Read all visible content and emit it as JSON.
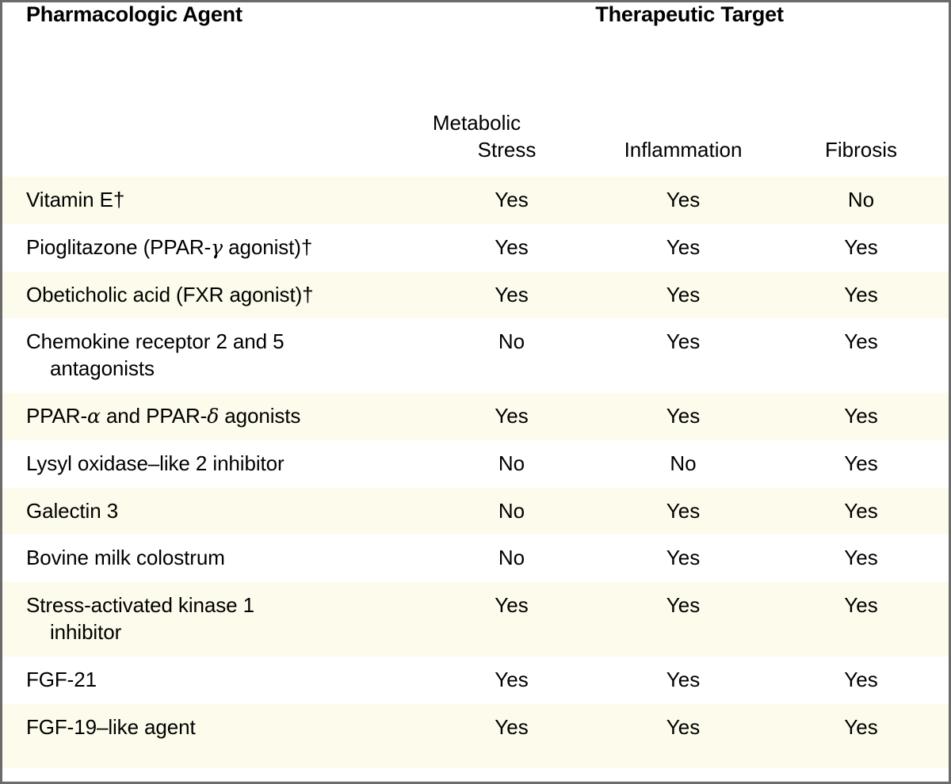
{
  "table": {
    "header": {
      "col1_title": "Pharmacologic Agent",
      "group_title": "Therapeutic Target",
      "sub_metabolic_line1": "Metabolic",
      "sub_metabolic_line2": "Stress",
      "sub_inflammation": "Inflammation",
      "sub_fibrosis": "Fibrosis"
    },
    "columns": [
      "Pharmacologic Agent",
      "Metabolic Stress",
      "Inflammation",
      "Fibrosis"
    ],
    "rows": [
      {
        "agent_line1": "Vitamin E†",
        "agent_line2": "",
        "metabolic_stress": "Yes",
        "inflammation": "Yes",
        "fibrosis": "No"
      },
      {
        "agent_line1": "Pioglitazone (PPAR-γ agonist)†",
        "agent_line2": "",
        "metabolic_stress": "Yes",
        "inflammation": "Yes",
        "fibrosis": "Yes"
      },
      {
        "agent_line1": "Obeticholic acid (FXR agonist)†",
        "agent_line2": "",
        "metabolic_stress": "Yes",
        "inflammation": "Yes",
        "fibrosis": "Yes"
      },
      {
        "agent_line1": "Chemokine receptor 2 and 5",
        "agent_line2": "antagonists",
        "metabolic_stress": "No",
        "inflammation": "Yes",
        "fibrosis": "Yes"
      },
      {
        "agent_line1": "PPAR-α and PPAR-δ agonists",
        "agent_line2": "",
        "metabolic_stress": "Yes",
        "inflammation": "Yes",
        "fibrosis": "Yes"
      },
      {
        "agent_line1": "Lysyl oxidase–like 2 inhibitor",
        "agent_line2": "",
        "metabolic_stress": "No",
        "inflammation": "No",
        "fibrosis": "Yes"
      },
      {
        "agent_line1": "Galectin 3",
        "agent_line2": "",
        "metabolic_stress": "No",
        "inflammation": "Yes",
        "fibrosis": "Yes"
      },
      {
        "agent_line1": "Bovine milk colostrum",
        "agent_line2": "",
        "metabolic_stress": "No",
        "inflammation": "Yes",
        "fibrosis": "Yes"
      },
      {
        "agent_line1": "Stress-activated kinase 1",
        "agent_line2": "inhibitor",
        "metabolic_stress": "Yes",
        "inflammation": "Yes",
        "fibrosis": "Yes"
      },
      {
        "agent_line1": "FGF-21",
        "agent_line2": "",
        "metabolic_stress": "Yes",
        "inflammation": "Yes",
        "fibrosis": "Yes"
      },
      {
        "agent_line1": "FGF-19–like agent",
        "agent_line2": "",
        "metabolic_stress": "Yes",
        "inflammation": "Yes",
        "fibrosis": "Yes"
      }
    ]
  },
  "colors": {
    "stripe": "#fdfbeb",
    "plain": "#ffffff",
    "border": "#6b6b6b",
    "text": "#000000"
  }
}
